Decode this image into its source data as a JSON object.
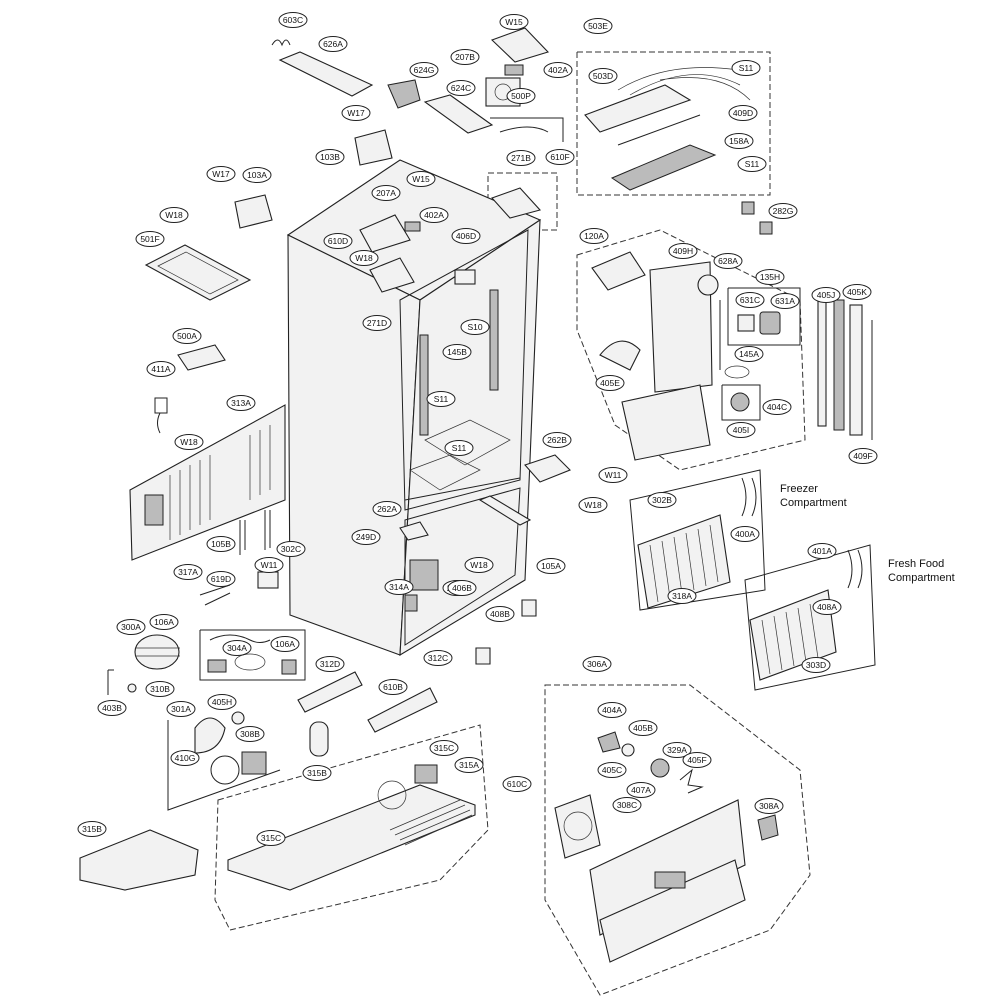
{
  "notes": {
    "freezer_line1": "Freezer",
    "freezer_line2": "Compartment",
    "fresh_line1": "Fresh Food",
    "fresh_line2": "Compartment"
  },
  "labels": [
    "603C",
    "626A",
    "W15",
    "207B",
    "402A",
    "624G",
    "624C",
    "500P",
    "503E",
    "S11",
    "503D",
    "409D",
    "158A",
    "S11",
    "W17",
    "103B",
    "610F",
    "W17",
    "103A",
    "W15",
    "207A",
    "402A",
    "271B",
    "W18",
    "501F",
    "610D",
    "406D",
    "W18",
    "282G",
    "120A",
    "409H",
    "628A",
    "135H",
    "405J",
    "405K",
    "631C",
    "631A",
    "271D",
    "S10",
    "145B",
    "145A",
    "405E",
    "404C",
    "405I",
    "500A",
    "411A",
    "S11",
    "S11",
    "409F",
    "313A",
    "W18",
    "262B",
    "W11",
    "W18",
    "302B",
    "400A",
    "262A",
    "249D",
    "W18",
    "249C",
    "105A",
    "105B",
    "302C",
    "401A",
    "408A",
    "318A",
    "317A",
    "619D",
    "W11",
    "406B",
    "314A",
    "300A",
    "106A",
    "408B",
    "303D",
    "304A",
    "106A",
    "312C",
    "312D",
    "610B",
    "306A",
    "310B",
    "403B",
    "405H",
    "404A",
    "405B",
    "329A",
    "405F",
    "405C",
    "407A",
    "308C",
    "301A",
    "308B",
    "410G",
    "315B",
    "315C",
    "315A",
    "610C",
    "308A",
    "315B",
    "315C"
  ]
}
